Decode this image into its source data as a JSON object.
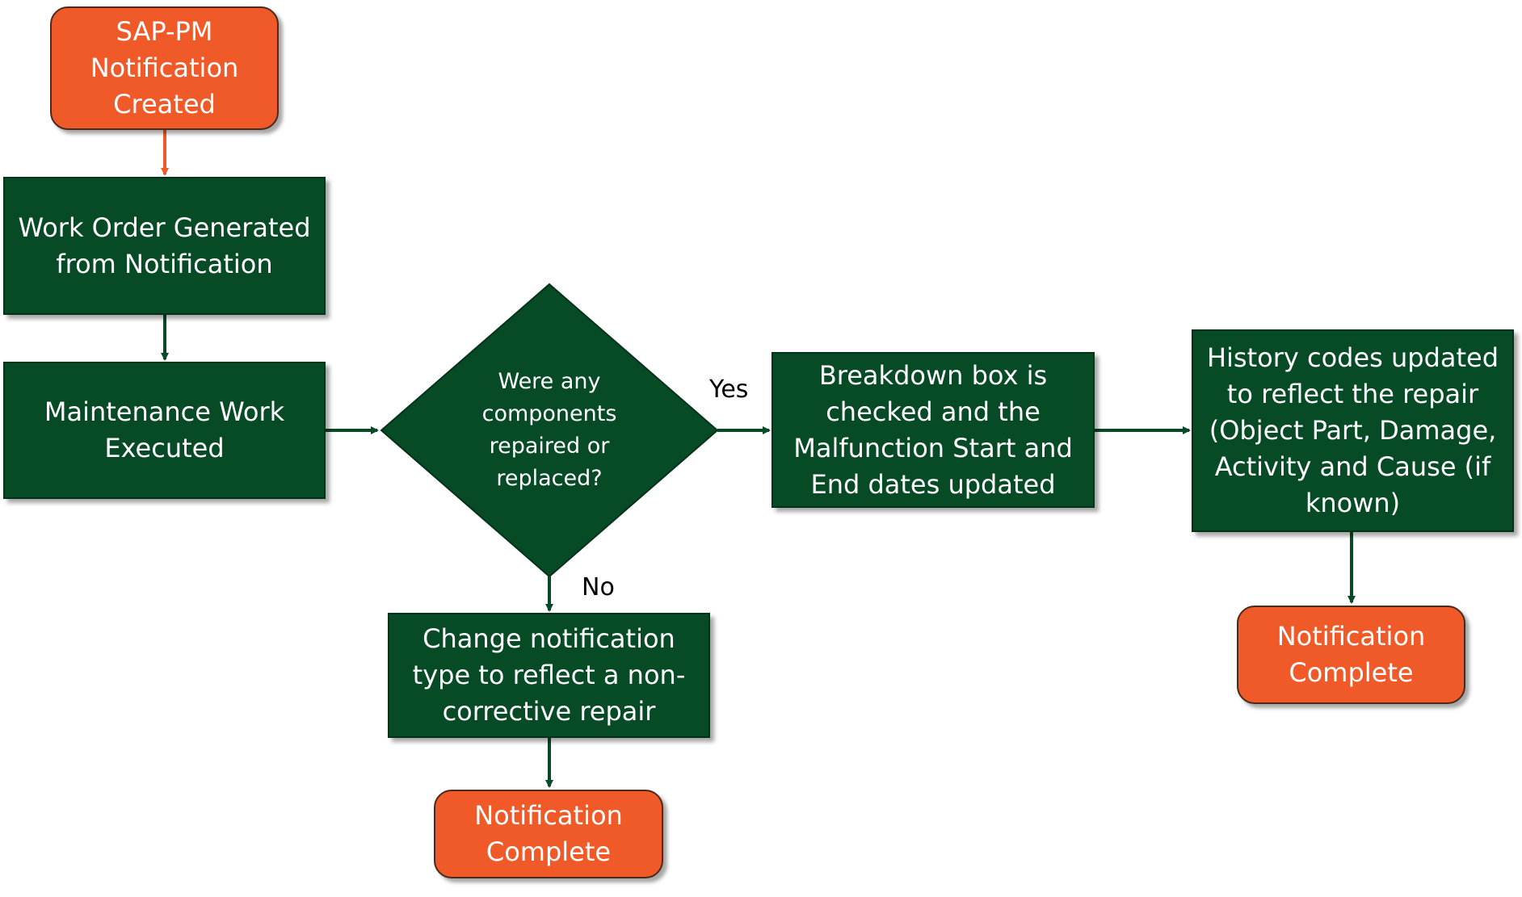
{
  "colors": {
    "process": "#064a26",
    "terminal": "#f05a28",
    "arrow_green": "#064a26",
    "arrow_orange": "#f05a28"
  },
  "nodes": {
    "start": "SAP-PM\nNotification\nCreated",
    "work_order": "Work Order Generated\nfrom Notification",
    "maintenance": "Maintenance Work\nExecuted",
    "decision": "Were any\ncomponents\nrepaired or\nreplaced?",
    "breakdown": "Breakdown box is\nchecked and the\nMalfunction Start and\nEnd dates updated",
    "history": "History codes updated\nto reflect the repair\n(Object Part, Damage,\nActivity and Cause (if\nknown)",
    "change_type": "Change notification\ntype to reflect a non-\ncorrective repair",
    "complete_left": "Notification\nComplete",
    "complete_right": "Notification\nComplete"
  },
  "edge_labels": {
    "yes": "Yes",
    "no": "No"
  }
}
